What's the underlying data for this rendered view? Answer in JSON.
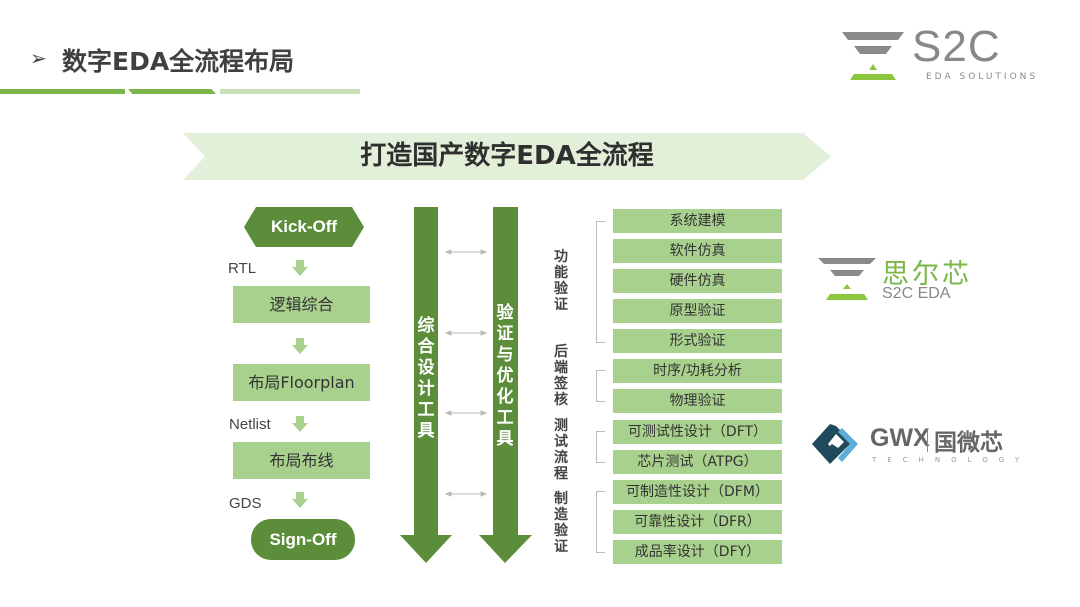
{
  "header": {
    "bullet_icon": "arrowhead-bullet",
    "title": "数字EDA全流程布局"
  },
  "logos": {
    "s2c": {
      "main": "S2C",
      "sub": "EDA SOLUTIONS"
    },
    "sierxin": {
      "cn": "思尔芯",
      "en": "S2C EDA"
    },
    "gwx": {
      "main": "GWX",
      "cn": "国微芯",
      "sub": "TECHNOLOGY"
    }
  },
  "banner": {
    "text": "打造国产数字EDA全流程"
  },
  "flow": {
    "start": "Kick-Off",
    "labels": [
      "RTL",
      "Netlist",
      "GDS"
    ],
    "steps": [
      "逻辑综合",
      "布局Floorplan",
      "布局布线"
    ],
    "end": "Sign-Off"
  },
  "tools": {
    "left": "综合设计工具",
    "right": "验证与优化工具"
  },
  "groups": [
    {
      "label": "功能验证",
      "items": [
        "系统建模",
        "软件仿真",
        "硬件仿真",
        "原型验证",
        "形式验证"
      ]
    },
    {
      "label": "后端签核",
      "items": [
        "时序/功耗分析",
        "物理验证"
      ]
    },
    {
      "label": "测试流程",
      "items": [
        "可测试性设计（DFT）",
        "芯片测试（ATPG）"
      ]
    },
    {
      "label": "制造验证",
      "items": [
        "可制造性设计（DFM）",
        "可靠性设计（DFR）",
        "成品率设计（DFY）"
      ]
    }
  ],
  "colors": {
    "dark_green": "#5b8d3b",
    "light_green": "#a9d18e",
    "banner": "#e2efd9"
  }
}
